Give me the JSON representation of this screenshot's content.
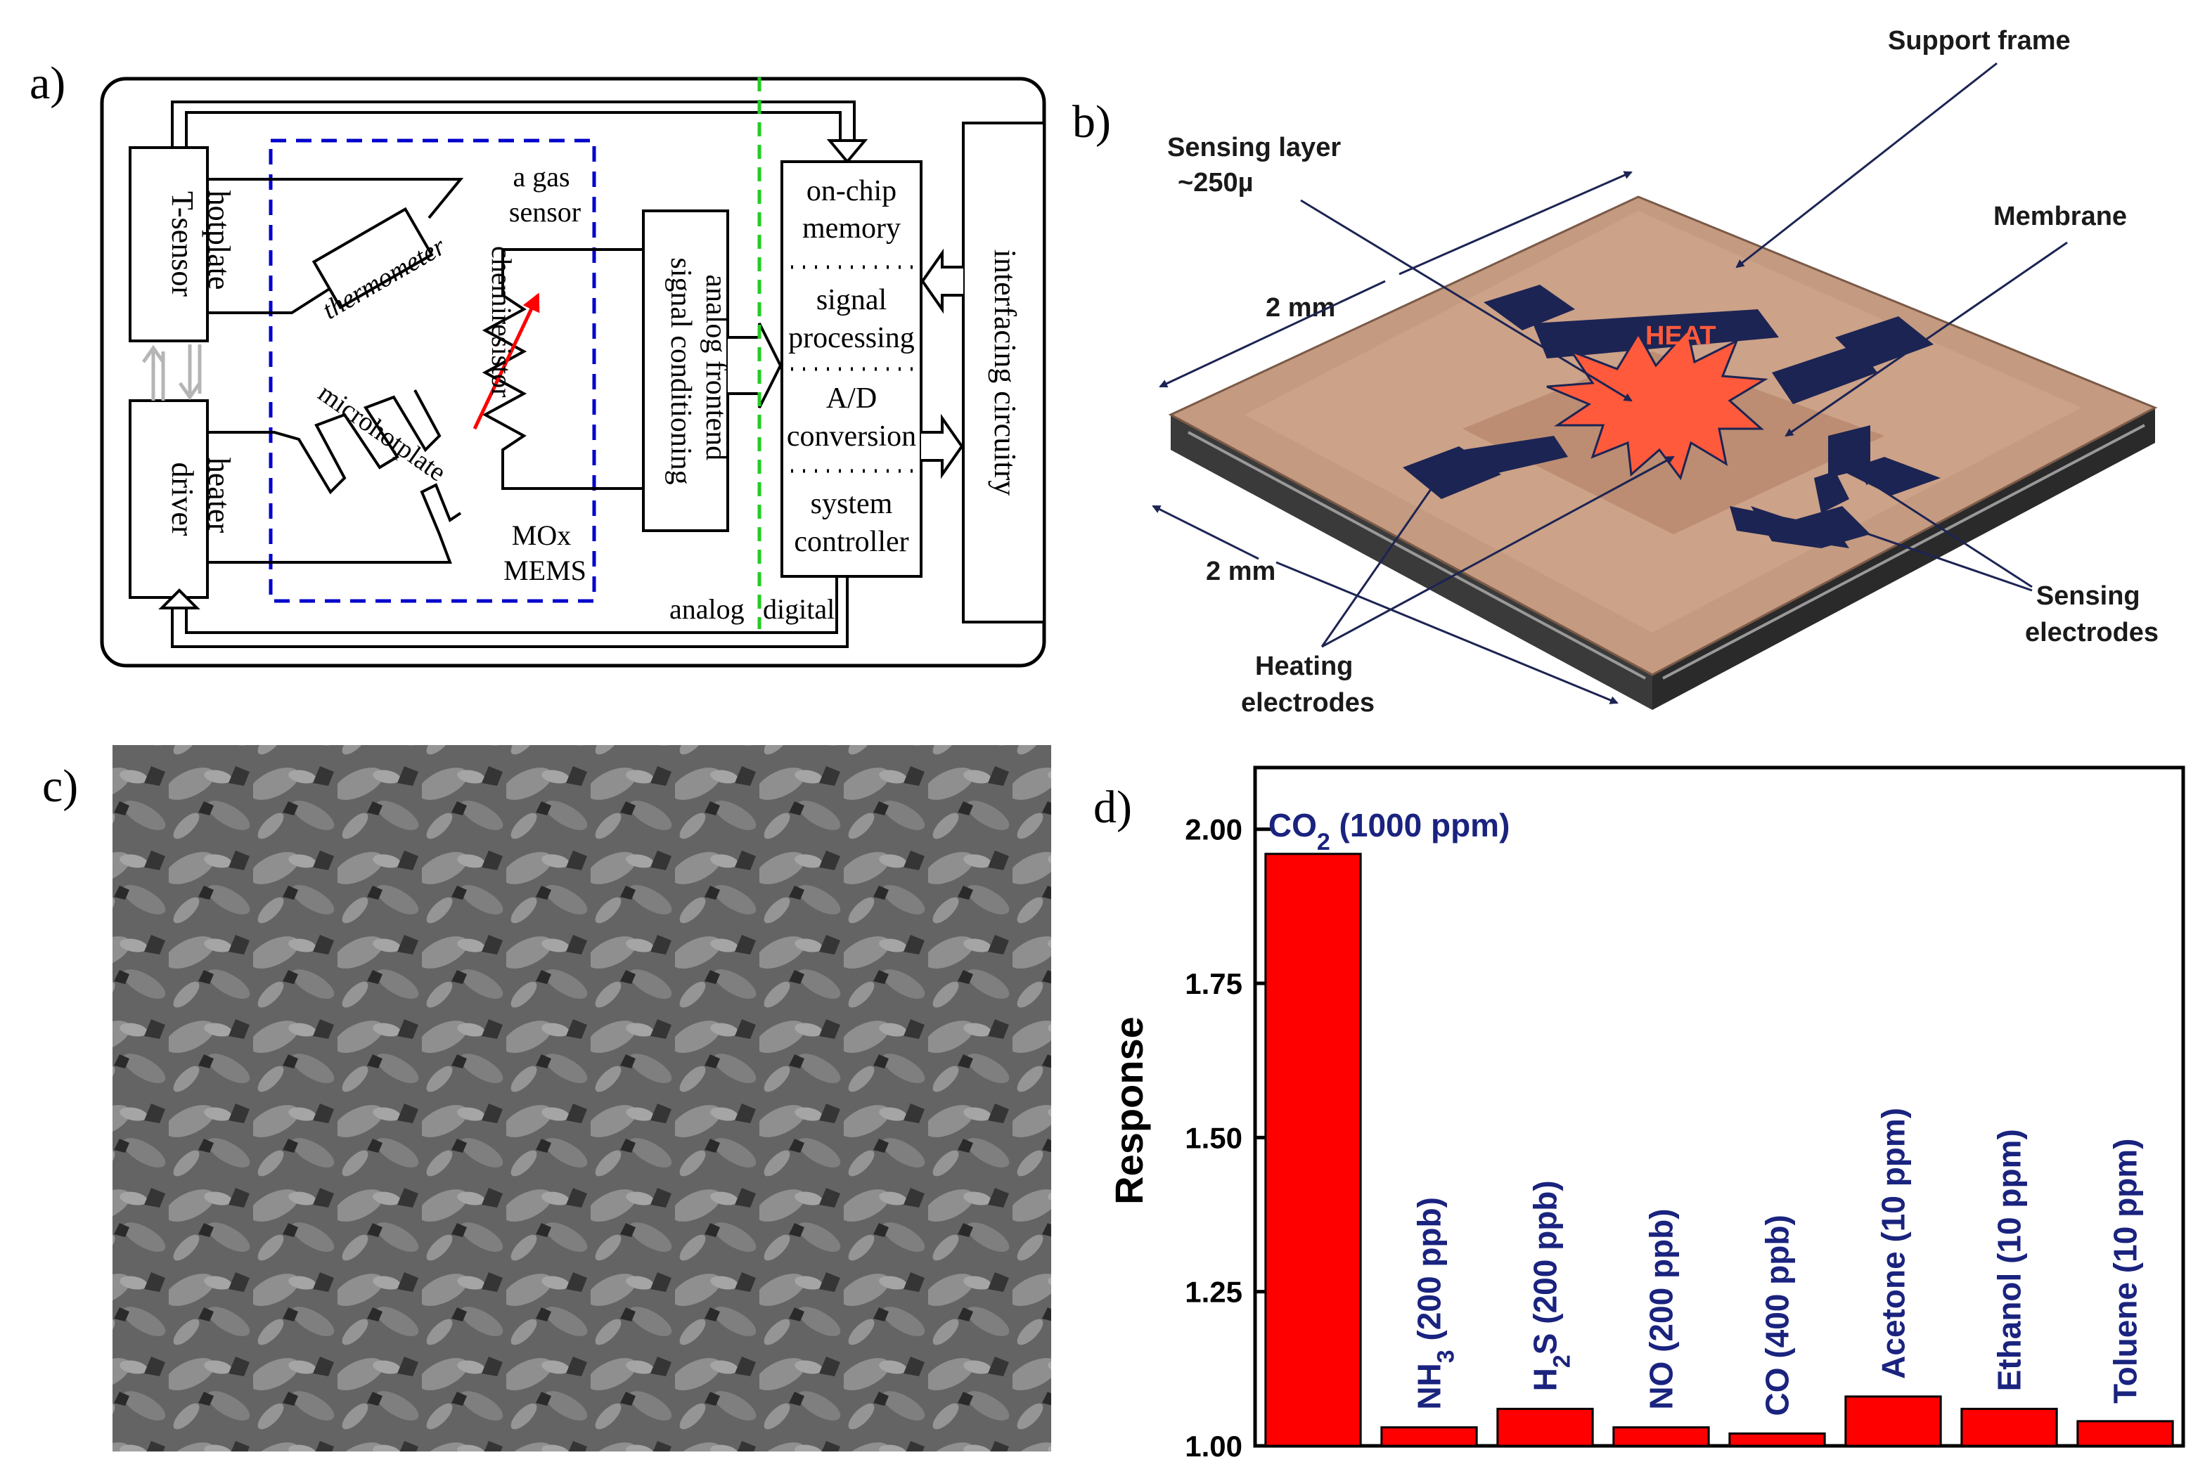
{
  "panels": {
    "a": {
      "label": "a)",
      "hotplate_sensor": [
        "hotplate",
        "T-sensor"
      ],
      "heater_driver": [
        "heater",
        "driver"
      ],
      "gas_sensor": [
        "a gas",
        "sensor"
      ],
      "thermometer": "thermometer",
      "microhotplate": "microhotplate",
      "chemiresistor": "chemiresistor",
      "mox_mems": [
        "MOx",
        "MEMS"
      ],
      "analog_frontend": [
        "analog frontend",
        "signal conditioning"
      ],
      "digital_blocks": [
        [
          "on-chip",
          "memory"
        ],
        [
          "signal",
          "processing"
        ],
        [
          "A/D",
          "conversion"
        ],
        [
          "system",
          "controller"
        ]
      ],
      "interfacing": "interfacing circuitry",
      "analog_label": "analog",
      "digital_label": "digital"
    },
    "b": {
      "label": "b)",
      "support_frame": "Support frame",
      "sensing_layer": [
        "Sensing layer",
        "~250µ"
      ],
      "membrane": "Membrane",
      "dimension_top": "2 mm",
      "dimension_bottom": "2 mm",
      "heat": "HEAT",
      "sensing_electrodes": [
        "Sensing",
        "electrodes"
      ],
      "heating_electrodes": [
        "Heating",
        "electrodes"
      ]
    },
    "c": {
      "label": "c)"
    },
    "d": {
      "label": "d)"
    }
  },
  "chart_data": {
    "type": "bar",
    "ylabel": "Response",
    "ylim": [
      1.0,
      2.1
    ],
    "yticks": [
      "1.00",
      "1.25",
      "1.50",
      "1.75",
      "2.00"
    ],
    "ytick_values": [
      1.0,
      1.25,
      1.5,
      1.75,
      2.0
    ],
    "categories": [
      {
        "main": "CO",
        "sub": "2",
        "tail": " (1000 ppm)"
      },
      {
        "main": "NH",
        "sub": "3",
        "tail": " (200 ppb)"
      },
      {
        "main": "H",
        "sub": "2",
        "tail": "S (200 ppb)"
      },
      {
        "main": "NO (200 ppb)",
        "sub": "",
        "tail": ""
      },
      {
        "main": "CO (400 ppb)",
        "sub": "",
        "tail": ""
      },
      {
        "main": "Acetone (10 ppm)",
        "sub": "",
        "tail": ""
      },
      {
        "main": "Ethanol (10 ppm)",
        "sub": "",
        "tail": ""
      },
      {
        "main": "Toluene (10 ppm)",
        "sub": "",
        "tail": ""
      }
    ],
    "values": [
      1.96,
      1.03,
      1.06,
      1.03,
      1.02,
      1.08,
      1.06,
      1.04
    ],
    "bar_color": "#ff0000",
    "label_color": "#1a237e"
  },
  "colors": {
    "dashed_box": "#0000cc",
    "divider": "#22cc22",
    "arrow_red": "#ff0000",
    "chip_body": "#c49a80",
    "electrode": "#1c2453",
    "heat": "#ff5a3c"
  }
}
